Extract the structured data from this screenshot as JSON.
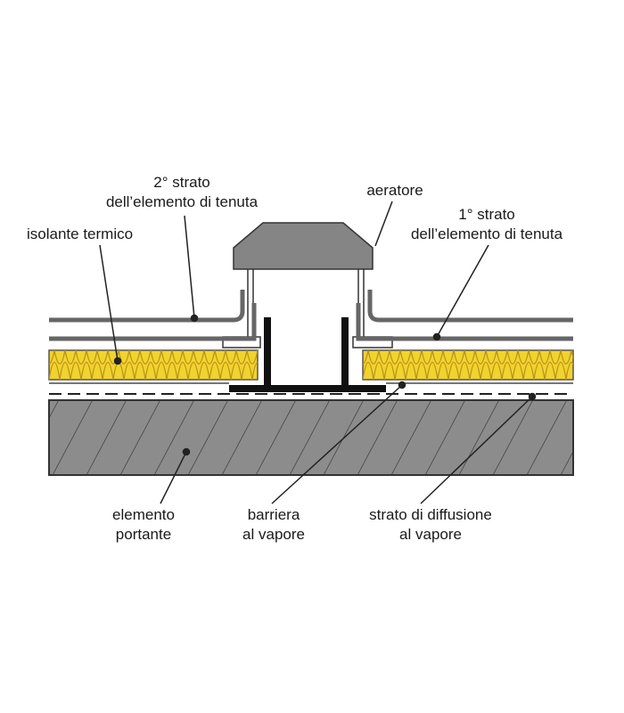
{
  "labels": {
    "second_layer_1": "2° strato",
    "second_layer_2": "dell’elemento di tenuta",
    "aerator": "aeratore",
    "insulation": "isolante termico",
    "first_layer_1": "1° strato",
    "first_layer_2": "dell’elemento di tenuta",
    "bearing_1": "elemento",
    "bearing_2": "portante",
    "vapor_barrier_1": "barriera",
    "vapor_barrier_2": "al vapore",
    "diffusion_1": "strato di diffusione",
    "diffusion_2": "al vapore"
  },
  "colors": {
    "insulation_fill": "#f2d22e",
    "insulation_wave": "#b8941a",
    "concrete_fill": "#8c8c8c",
    "membrane": "#666666",
    "aerator_cap": "#858585",
    "steel": "#111111"
  }
}
